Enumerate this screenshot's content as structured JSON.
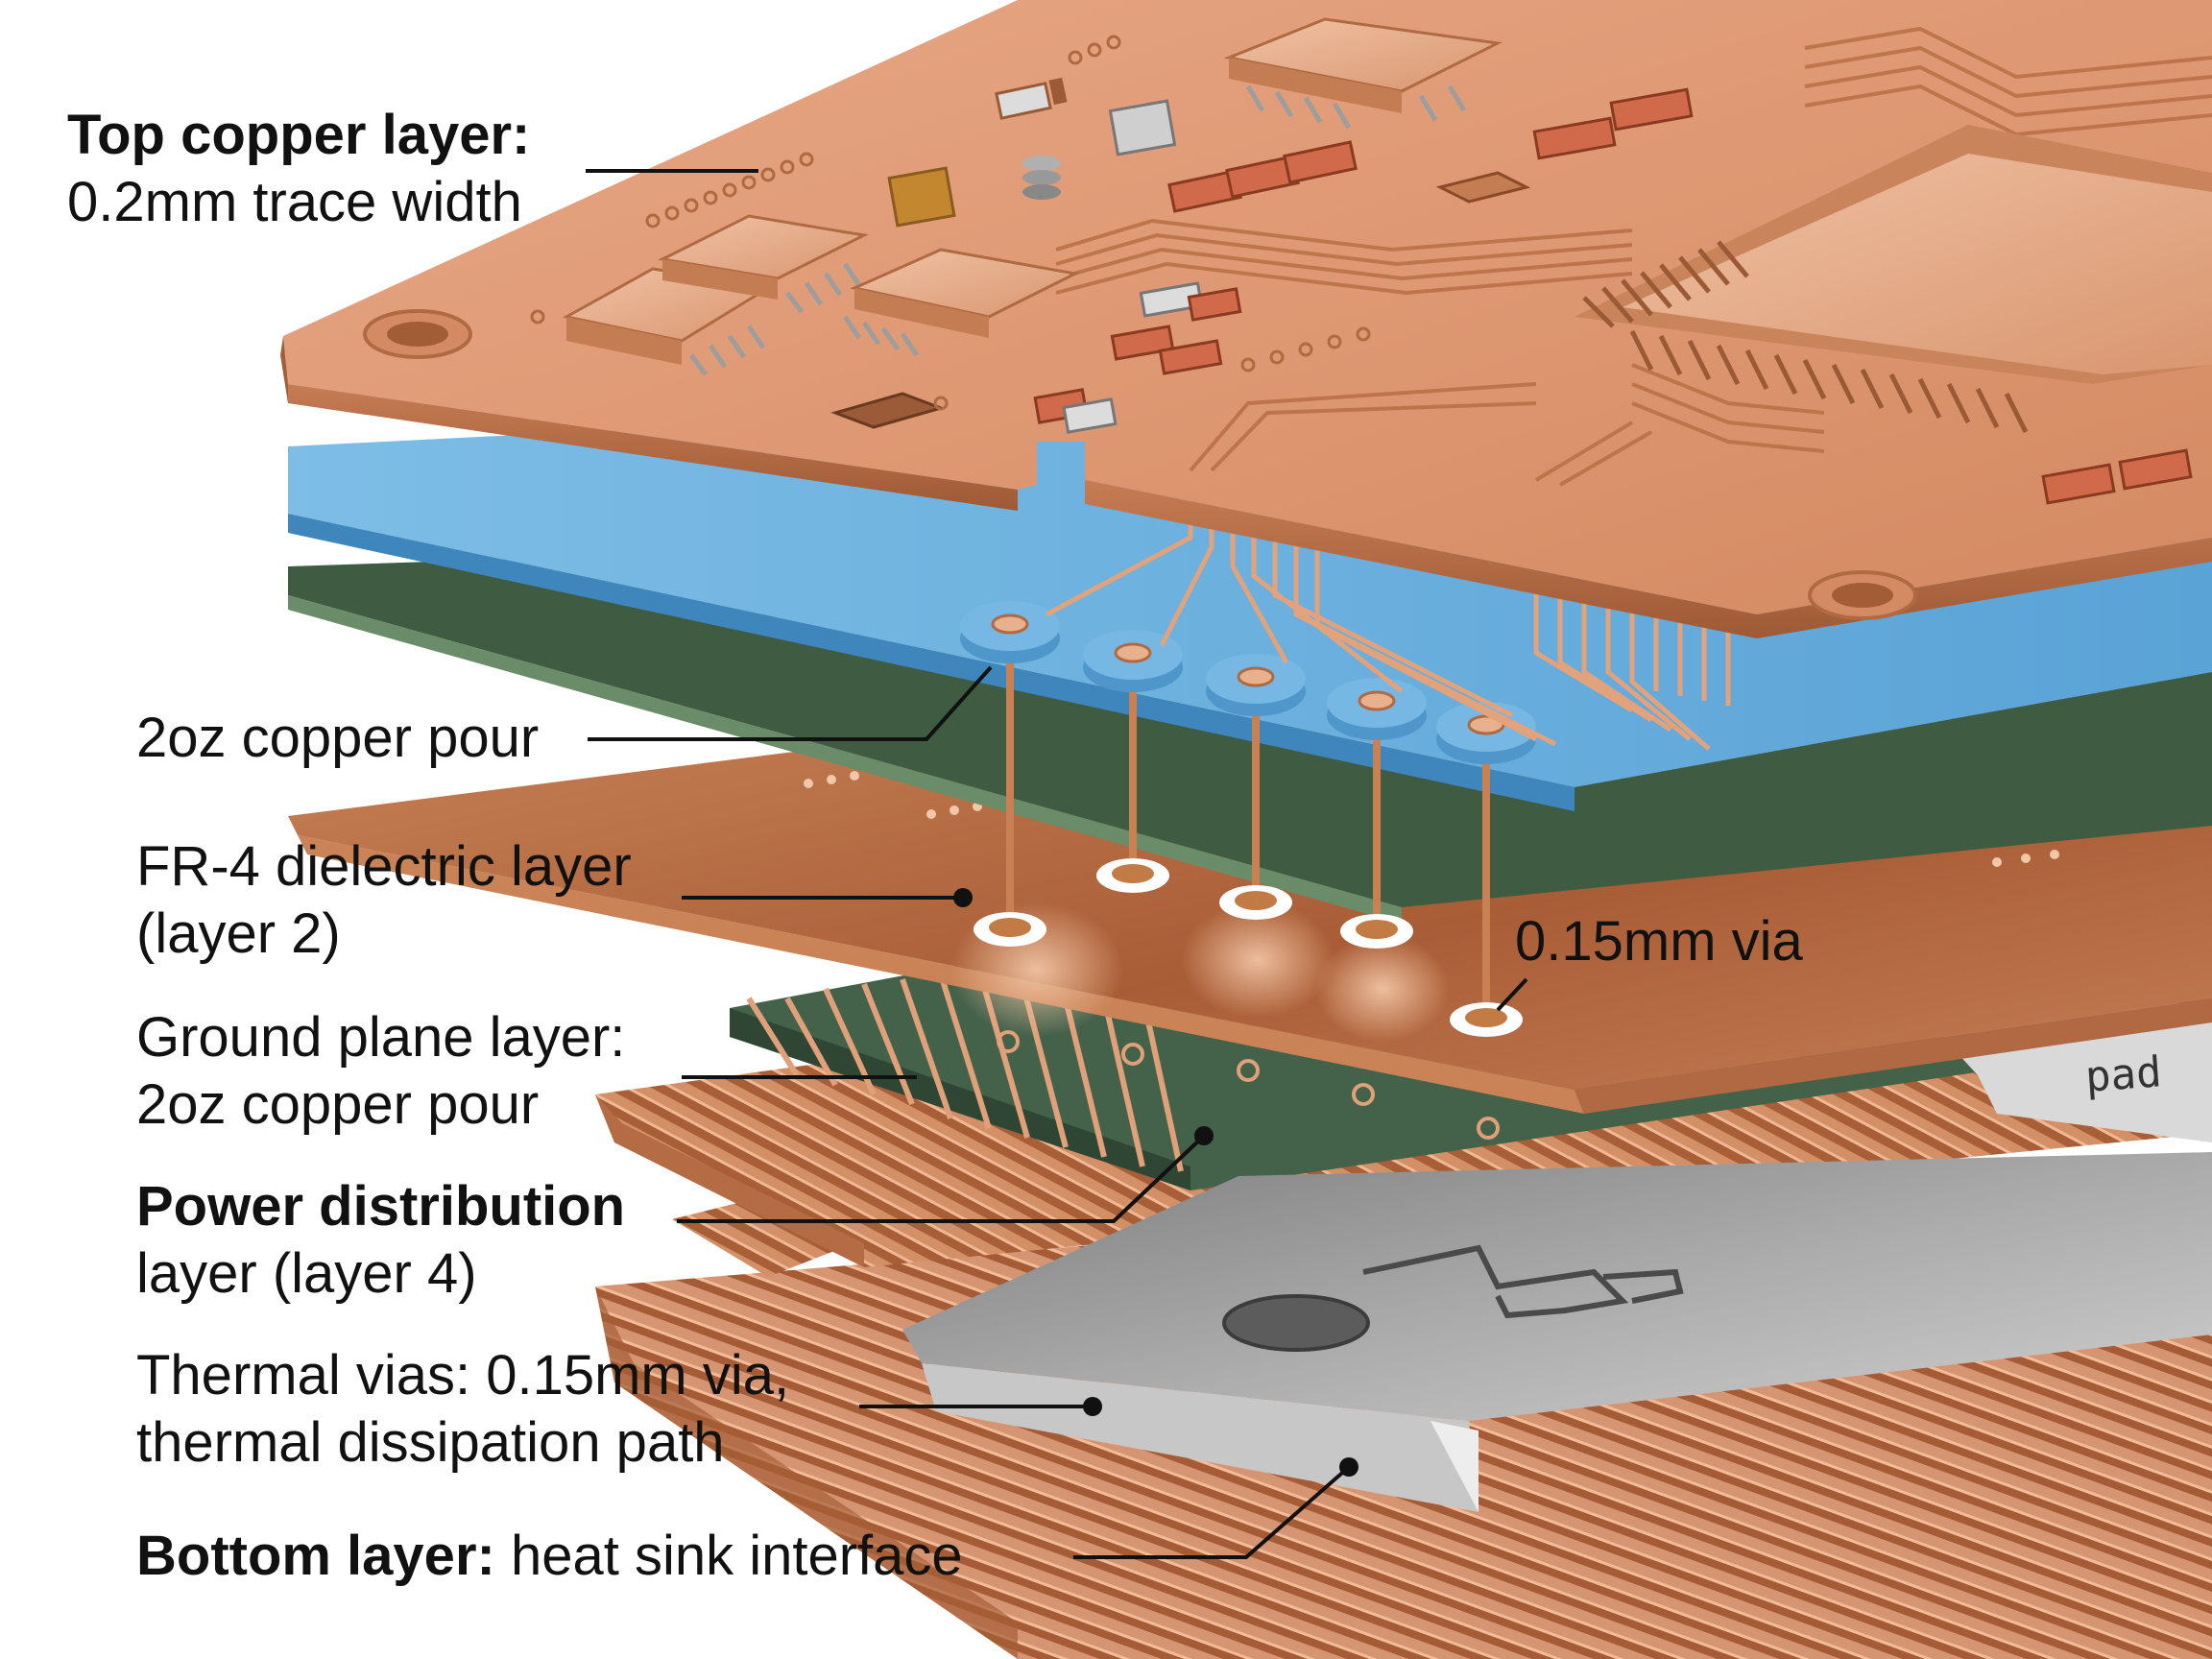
{
  "labels": {
    "top_copper": {
      "title": "Top copper layer:",
      "detail": "0.2mm trace width"
    },
    "copper_pour": {
      "text": "2oz copper pour"
    },
    "fr4": {
      "line1": "FR-4 dielectric layer",
      "line2": "(layer 2)"
    },
    "via": {
      "text": "0.15mm via"
    },
    "ground": {
      "line1": "Ground plane layer:",
      "line2": "2oz copper pour"
    },
    "power": {
      "title": "Power distribution",
      "detail": "layer (layer 4)"
    },
    "thermal": {
      "line1": "Thermal vias: 0.15mm via,",
      "line2": "thermal dissipation path"
    },
    "bottom": {
      "title": "Bottom layer:",
      "detail": " heat sink interface"
    },
    "pad": {
      "text": "pad"
    }
  },
  "colors": {
    "copper": "#d9916a",
    "copper_dark": "#b8693f",
    "copper_light": "#efbd9c",
    "dielectric_blue": "#6fb3e0",
    "dielectric_green": "#3f5c43",
    "ground_green": "#44614a",
    "heat_sink": "#d99a72",
    "pad_metal": "#9b9b9b",
    "via_ring": "#5fa8d8"
  }
}
